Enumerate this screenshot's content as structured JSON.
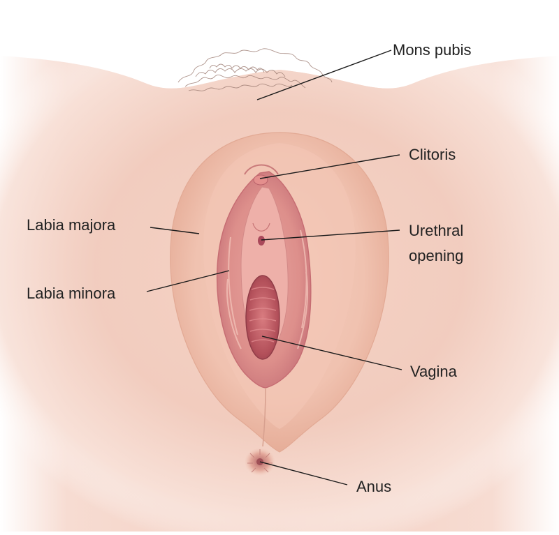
{
  "labels": {
    "mons_pubis": "Mons pubis",
    "clitoris": "Clitoris",
    "labia_majora": "Labia majora",
    "urethral_opening_line1": "Urethral",
    "urethral_opening_line2": "opening",
    "labia_minora": "Labia minora",
    "vagina": "Vagina",
    "anus": "Anus"
  },
  "colors": {
    "skin_light": "#fbe5dc",
    "skin_mid": "#efc4b3",
    "skin_shadow": "#d99c88",
    "tissue_pink": "#e59a96",
    "tissue_deep": "#b8545a",
    "label_text": "#222222",
    "leader_line": "#1a1a1a"
  }
}
